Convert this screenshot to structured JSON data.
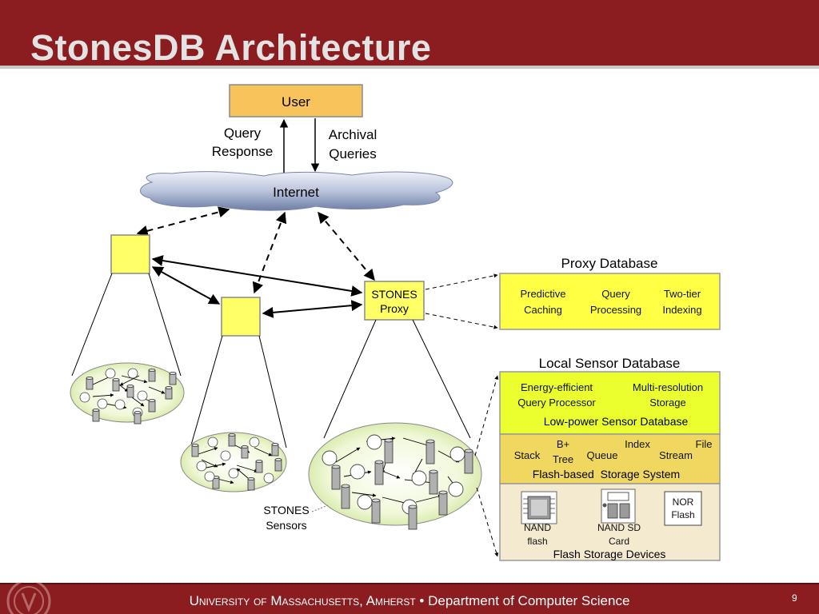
{
  "slide": {
    "title": "StonesDB Architecture",
    "page_number": "9"
  },
  "footer": {
    "university": "University of Massachusetts, Amherst",
    "separator": "•",
    "department": "Department of Computer Science"
  },
  "diagram": {
    "user_label": "User",
    "query_response": [
      "Query",
      "Response"
    ],
    "archival_queries": [
      "Archival",
      "Queries"
    ],
    "internet_label": "Internet",
    "proxy_label": [
      "STONES",
      "Proxy"
    ],
    "sensors_label": [
      "STONES",
      "Sensors"
    ],
    "proxy_db": {
      "title": "Proxy Database",
      "items": [
        [
          "Predictive",
          "Caching"
        ],
        [
          "Query",
          "Processing"
        ],
        [
          "Two-tier",
          "Indexing"
        ]
      ]
    },
    "local_db": {
      "title": "Local Sensor Database",
      "layer1": {
        "items": [
          [
            "Energy-efficient",
            "Query Processor"
          ],
          [
            "Multi-resolution",
            "Storage"
          ]
        ],
        "caption": "Low-power Sensor Database"
      },
      "layer2": {
        "stack": "Stack",
        "btree": [
          "B+",
          "Tree"
        ],
        "queue": "Queue",
        "index": "Index",
        "stream": "Stream",
        "file": "File",
        "caption": "Flash-based  Storage System"
      },
      "layer3": {
        "nand_flash": [
          "NAND",
          "flash"
        ],
        "nand_sd": [
          "NAND SD",
          "Card"
        ],
        "nor_flash": [
          "NOR",
          "Flash"
        ],
        "caption": "Flash Storage Devices"
      }
    }
  },
  "colors": {
    "header": "#8b1c1f",
    "user_box": "#f9c35c",
    "node_yellow": "#ffff66",
    "proxy_db_fill": "#ffff44",
    "layer1_fill": "#ebff2e",
    "layer2_fill": "#f0d860",
    "layer3_fill": "#f3ead0"
  }
}
